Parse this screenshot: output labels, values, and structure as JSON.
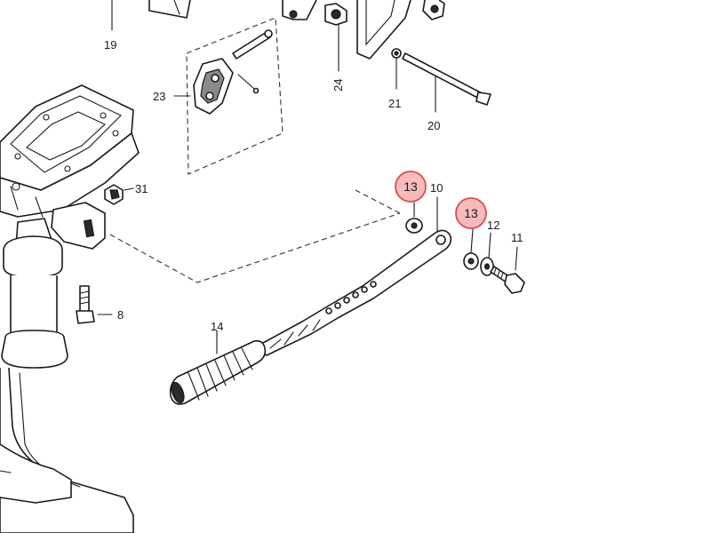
{
  "callouts": {
    "c19": "19",
    "c24": "24",
    "c23": "23",
    "c21": "21",
    "c20": "20",
    "c31": "31",
    "c10": "10",
    "c12": "12",
    "c11": "11",
    "c8": "8",
    "c14": "14"
  },
  "highlights": [
    {
      "label": "13",
      "color": "#e04848"
    },
    {
      "label": "13",
      "color": "#e04848"
    }
  ]
}
